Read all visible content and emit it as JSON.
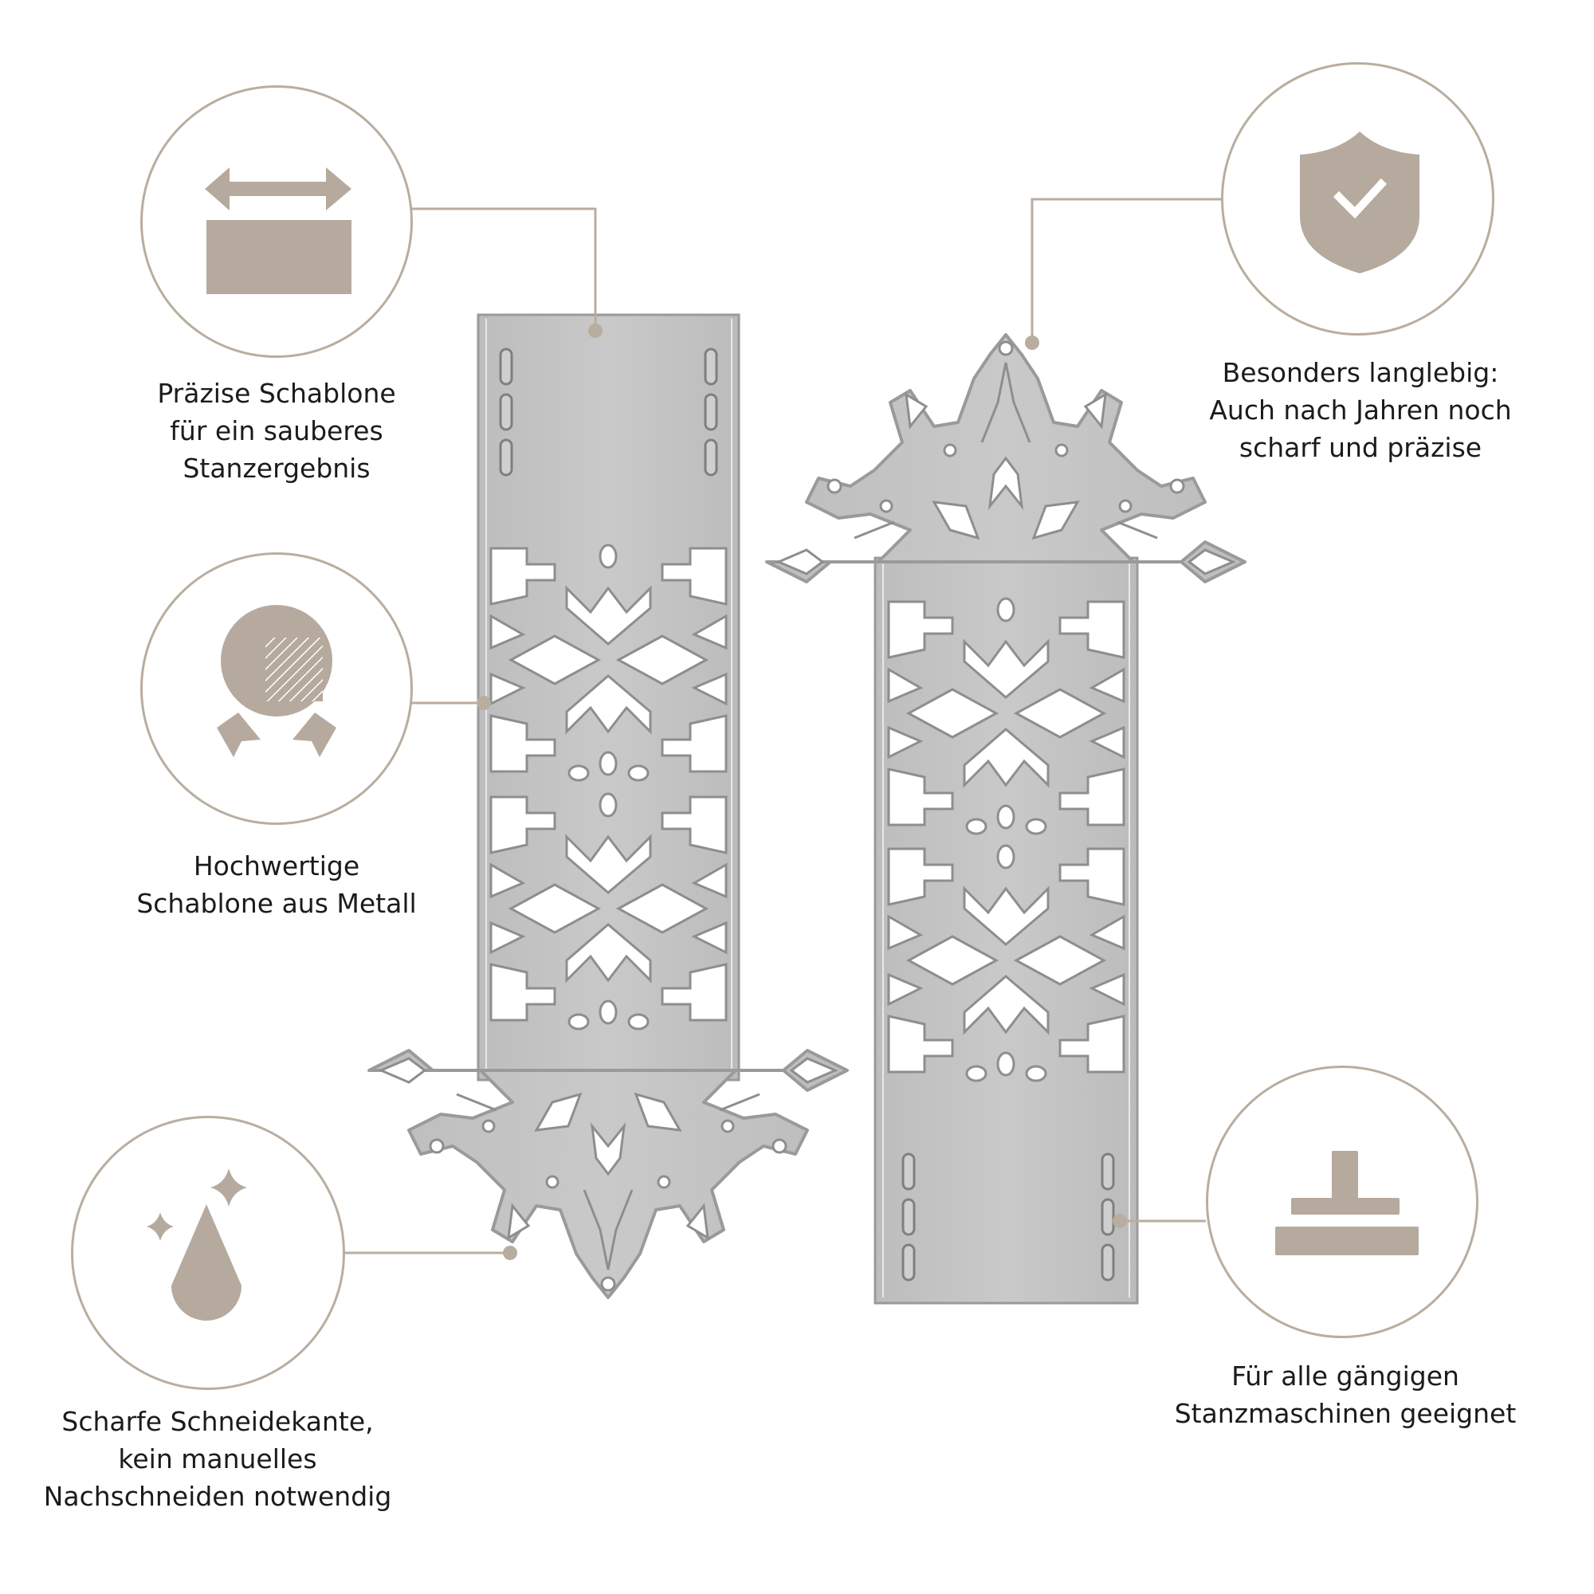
{
  "colors": {
    "accent": "#b5aa9d",
    "circle_stroke": "#b9ad9f",
    "metal": "#c4c4c4",
    "metal_edge": "#9a9a9a",
    "text": "#1b1b1b",
    "background": "#ffffff"
  },
  "features": [
    {
      "id": "precision",
      "icon": "width-arrow-rectangle-icon",
      "lines": [
        "Präzise Schablone",
        "für ein sauberes",
        "Stanzergebnis"
      ]
    },
    {
      "id": "metal",
      "icon": "award-badge-icon",
      "lines": [
        "Hochwertige",
        "Schablone aus Metall"
      ]
    },
    {
      "id": "sharp",
      "icon": "sparkle-drop-icon",
      "lines": [
        "Scharfe Schneidekante,",
        "kein manuelles",
        "Nachschneiden notwendig"
      ]
    },
    {
      "id": "durable",
      "icon": "shield-check-icon",
      "lines": [
        "Besonders langlebig:",
        "Auch nach Jahren noch",
        "scharf und präzise"
      ]
    },
    {
      "id": "compatible",
      "icon": "press-machine-icon",
      "lines": [
        "Für alle gängigen",
        "Stanzmaschinen geeignet"
      ]
    }
  ],
  "products": [
    {
      "name": "left-die",
      "snowflake_position": "bottom"
    },
    {
      "name": "right-die",
      "snowflake_position": "top"
    }
  ]
}
